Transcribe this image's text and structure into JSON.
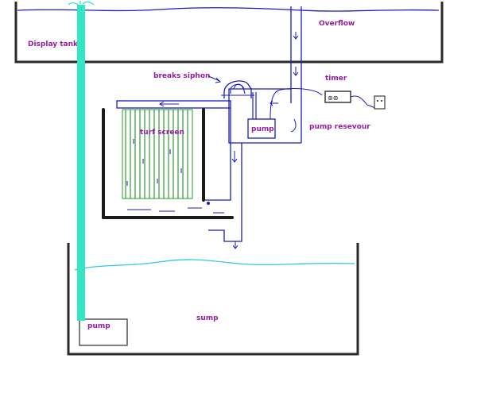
{
  "labels": {
    "display_tank": "Display tank",
    "overflow": "Overflow",
    "breaks_siphon": "breaks siphon",
    "timer": "timer",
    "turf_screen": "turf screen",
    "pump_reservoir_pump": "pump",
    "pump_resevour": "pump resevour",
    "sump": "sump",
    "sump_pump": "pump"
  },
  "colors": {
    "label": "#9a1aa6",
    "pipe": "#1a1ac8",
    "return_pipe": "#33e6c4",
    "water_surface_sump": "#30c8e8",
    "tank_wall": "#2a2a2a",
    "screen_line": "#2e9a2e"
  }
}
